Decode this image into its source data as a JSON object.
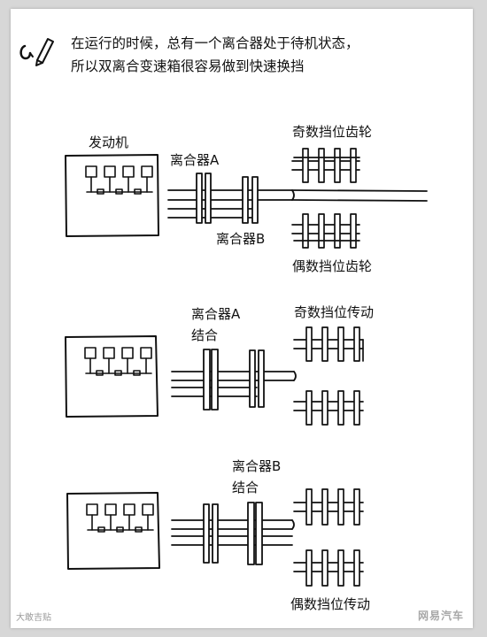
{
  "header": {
    "line1": "在运行的时候，总有一个离合器处于待机状态，",
    "line2": "所以双离合变速箱很容易做到快速换挡"
  },
  "panels": [
    {
      "engine_label": "发动机",
      "clutch_a_label": "离合器A",
      "clutch_b_label": "离合器B",
      "odd_label": "奇数挡位齿轮",
      "even_label": "偶数挡位齿轮"
    },
    {
      "clutch_label_line1": "离合器A",
      "clutch_label_line2": "结合",
      "drive_label": "奇数挡位传动"
    },
    {
      "clutch_label_line1": "离合器B",
      "clutch_label_line2": "结合",
      "drive_label": "偶数挡位传动"
    }
  ],
  "watermarks": {
    "left": "大敢吉贴",
    "right": "网易汽车"
  }
}
